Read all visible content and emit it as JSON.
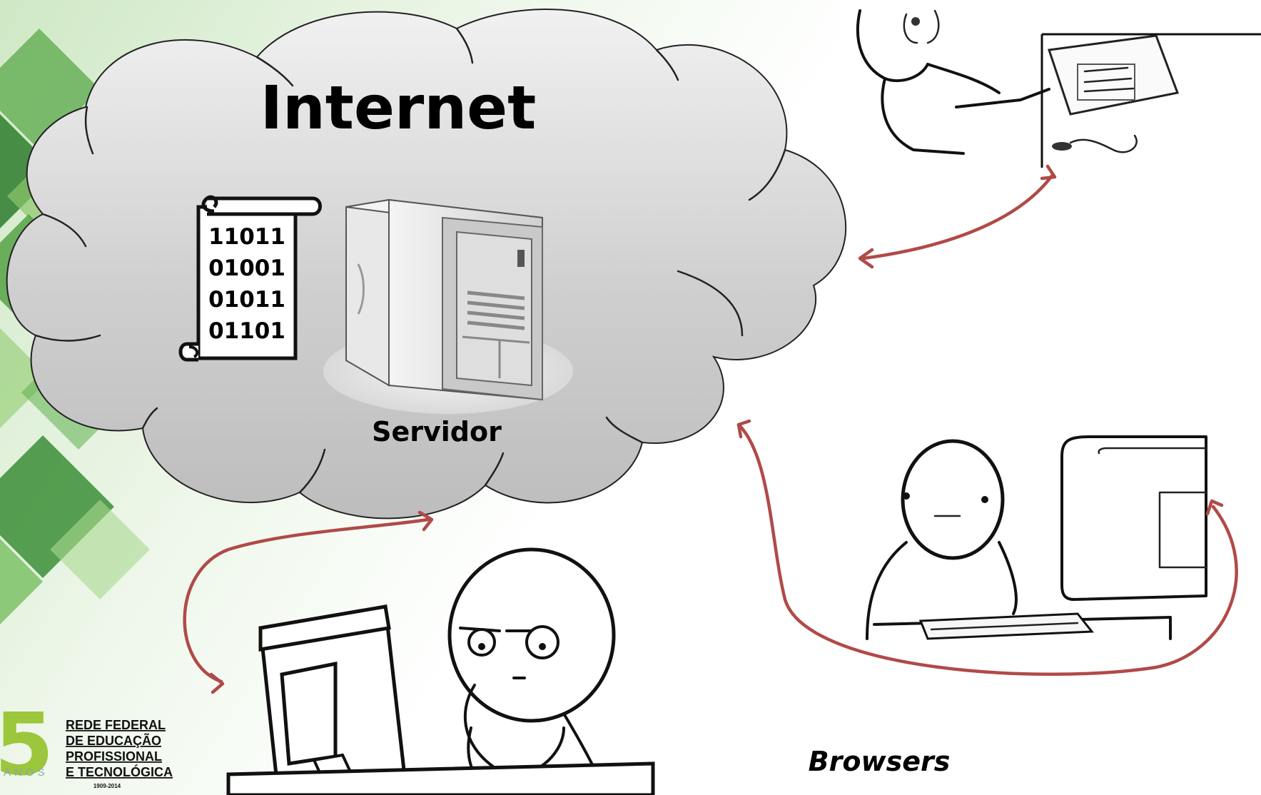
{
  "diagram": {
    "title": "Internet",
    "binary_lines": [
      "11011",
      "01001",
      "01011",
      "01101"
    ],
    "server_label": "Servidor",
    "clients_label": "Browsers",
    "logo": {
      "number": "5",
      "anos": "ANOS",
      "lines": [
        "REDE FEDERAL",
        "DE EDUCAÇÃO",
        "PROFISSIONAL",
        "E TECNOLÓGICA"
      ],
      "years": "1909-2014"
    },
    "colors": {
      "arrow": "#b04a48",
      "cloud_fill": "#c4c4c4",
      "green_dark": "#3f8f3a",
      "green_light": "#9ccf7a"
    }
  }
}
